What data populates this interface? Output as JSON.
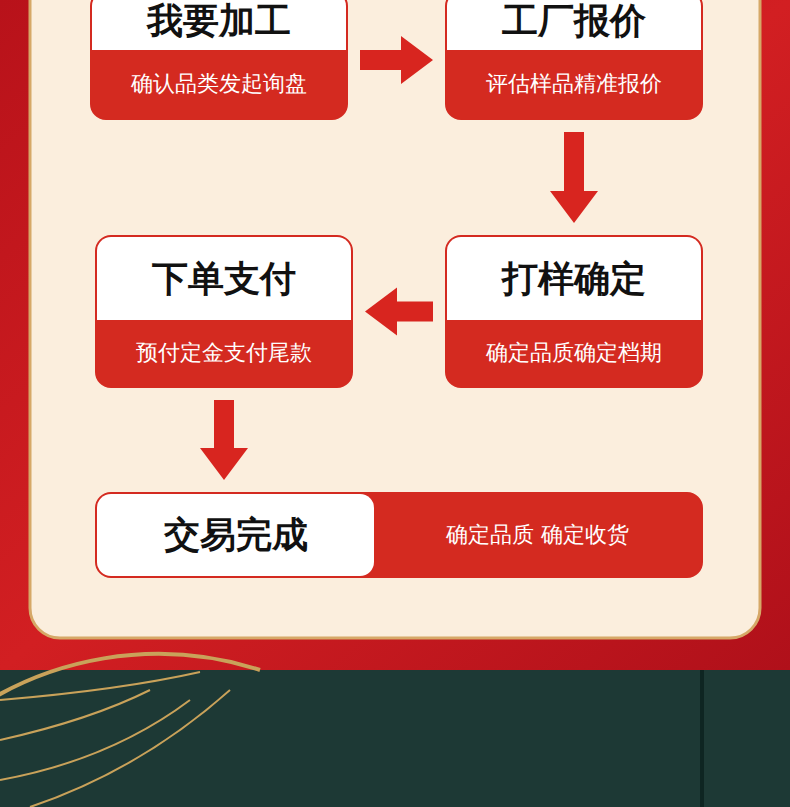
{
  "diagram": {
    "nodes": [
      {
        "text": [
          "我要加工",
          "确认品类发起询盘"
        ]
      },
      {
        "text": [
          "工厂报价",
          "评估样品精准报价"
        ]
      },
      {
        "text": [
          "打样确定",
          "确定品质确定档期"
        ]
      },
      {
        "text": [
          "下单支付",
          "预付定金支付尾款"
        ]
      },
      {
        "text": [
          "交易完成",
          "确定品质 确定收货"
        ]
      }
    ],
    "edges": [
      {
        "from": 0,
        "to": 1,
        "arrow": "to"
      },
      {
        "from": 1,
        "to": 2,
        "arrow": "to"
      },
      {
        "from": 2,
        "to": 3,
        "arrow": "to"
      },
      {
        "from": 3,
        "to": 4,
        "arrow": "to"
      }
    ]
  }
}
